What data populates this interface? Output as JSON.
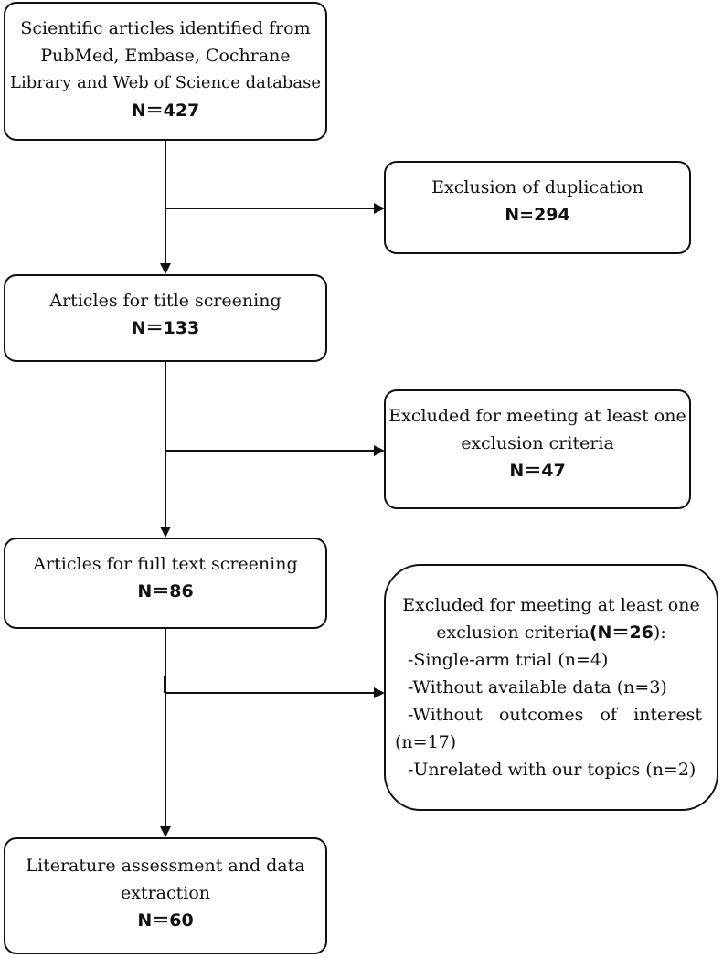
{
  "boxes": {
    "identified": {
      "lines": [
        "Scientific articles identified from",
        "PubMed, Embase, Cochrane",
        "Library and Web of Science database"
      ],
      "count": "N＝427"
    },
    "duplication": {
      "lines": [
        "Exclusion of duplication"
      ],
      "count": "N=294"
    },
    "title_screening": {
      "lines": [
        "Articles for title screening"
      ],
      "count": "N＝133"
    },
    "excluded_title": {
      "lines": [
        "Excluded for meeting at least one",
        "exclusion criteria"
      ],
      "count": "N＝47"
    },
    "full_text": {
      "lines": [
        "Articles for full text screening"
      ],
      "count": "N＝86"
    },
    "excluded_full": {
      "heading": "Excluded for meeting at least one",
      "criteria_prefix": "exclusion criteria",
      "criteria_count": "(N＝26",
      "criteria_suffix": "):",
      "items": [
        "-Single-arm trial (n=4)",
        "-Without available data (n=3)"
      ],
      "justified_words": [
        "-Without",
        "outcomes",
        "of",
        "interest"
      ],
      "continuation": "(n=17)",
      "last_item": "-Unrelated with our topics (n=2)"
    },
    "final": {
      "lines": [
        "Literature assessment and data",
        "extraction"
      ],
      "count": "N＝60"
    }
  }
}
